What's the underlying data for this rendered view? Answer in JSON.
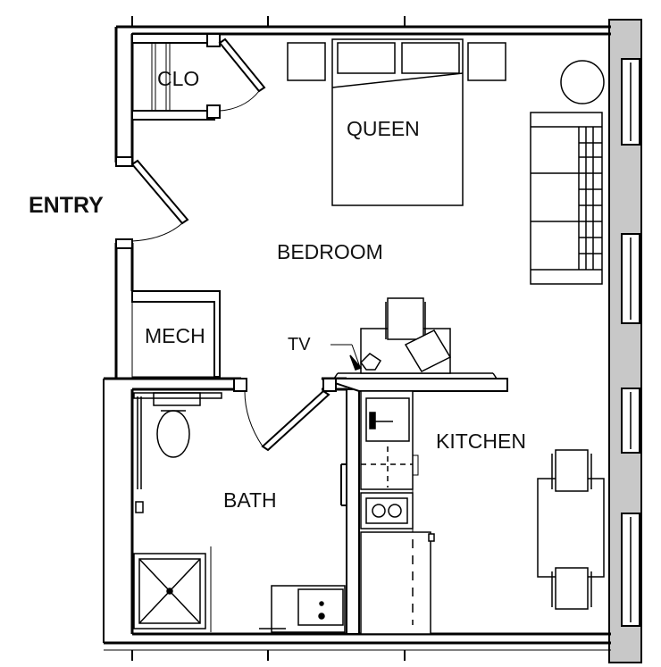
{
  "labels": {
    "clo": "CLO",
    "queen": "QUEEN",
    "entry": "ENTRY",
    "bedroom": "BEDROOM",
    "mech": "MECH",
    "tv": "TV",
    "kitchen": "KITCHEN",
    "bath": "BATH"
  },
  "colors": {
    "wall": "#000000",
    "line": "#111111",
    "window_fill": "#c8c8c8"
  }
}
